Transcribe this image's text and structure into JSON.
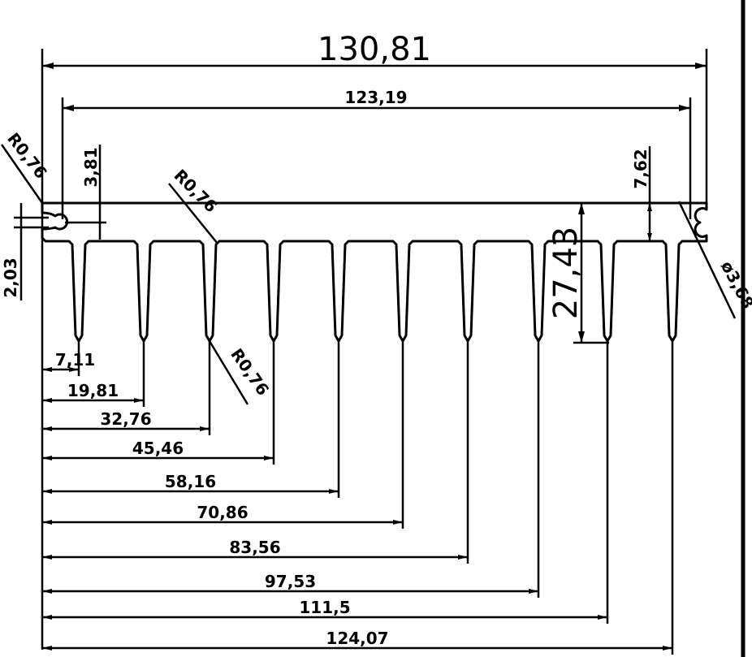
{
  "drawing": {
    "overall_width": "130,81",
    "hole_spacing": "123,19",
    "height": "27,43",
    "base_thickness": "7,62",
    "slot_offset": "3,81",
    "slot_width": "2,03",
    "hole_diameter": "ø3,68",
    "radius_1": "R0,76",
    "radius_2": "R0,76",
    "radius_3": "R0,76",
    "fin_positions": [
      "7,11",
      "19,81",
      "32,76",
      "45,46",
      "58,16",
      "70,86",
      "83,56",
      "97,53",
      "111,5",
      "124,07"
    ]
  }
}
